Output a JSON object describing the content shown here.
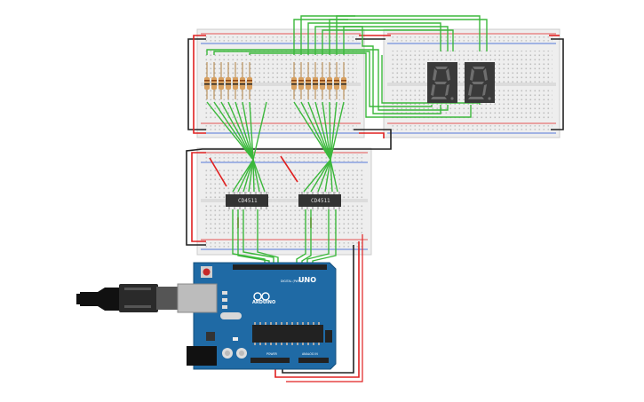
{
  "circuit": {
    "chips": [
      {
        "id": "chip-1",
        "label": "CD4511"
      },
      {
        "id": "chip-2",
        "label": "CD4511"
      }
    ],
    "arduino": {
      "logo_text": "UNO",
      "brand_text": "ARDUINO",
      "digital_label": "DIGITAL (PWM ~)",
      "power_label": "POWER",
      "analog_label": "ANALOG IN"
    },
    "displays": [
      {
        "id": "display-1",
        "value": "8."
      },
      {
        "id": "display-2",
        "value": "8."
      }
    ]
  },
  "colors": {
    "wire_green": "#3cb83c",
    "wire_red": "#e02020",
    "wire_black": "#222222",
    "board_blue": "#1f6aa5",
    "breadboard": "#eeeeee",
    "chip_body": "#333333",
    "display_body": "#3a3a3a"
  }
}
